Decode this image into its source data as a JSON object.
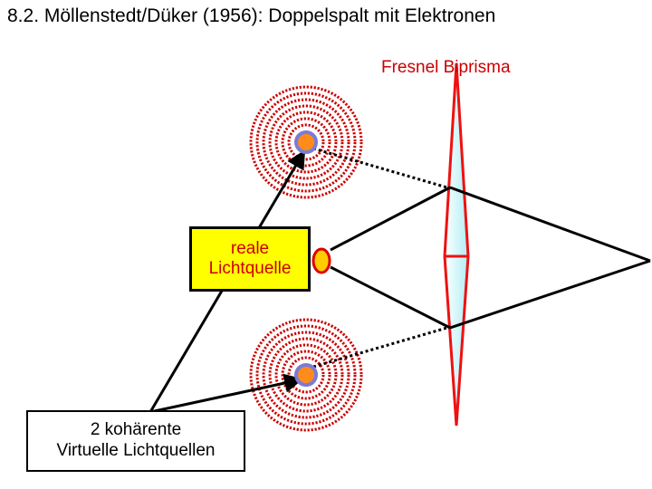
{
  "title": "8.2. Möllenstedt/Düker (1956): Doppelspalt mit Elektronen",
  "labels": {
    "biprism": "Fresnel Biprisma",
    "real_source": [
      "reale",
      "Lichtquelle"
    ],
    "virtual_sources": [
      "2 kohärente",
      "Virtuelle Lichtquellen"
    ]
  },
  "colors": {
    "wave_rings": "#cc0000",
    "virtual_source_fill": "#ff8c1a",
    "virtual_source_ring": "#7b7bd6",
    "real_source_fill": "#ffcc00",
    "real_source_ring": "#dd0000",
    "biprism_fill": "#c8f4f8",
    "biprism_outline": "#ee1111",
    "label_box": "#ffff00"
  }
}
